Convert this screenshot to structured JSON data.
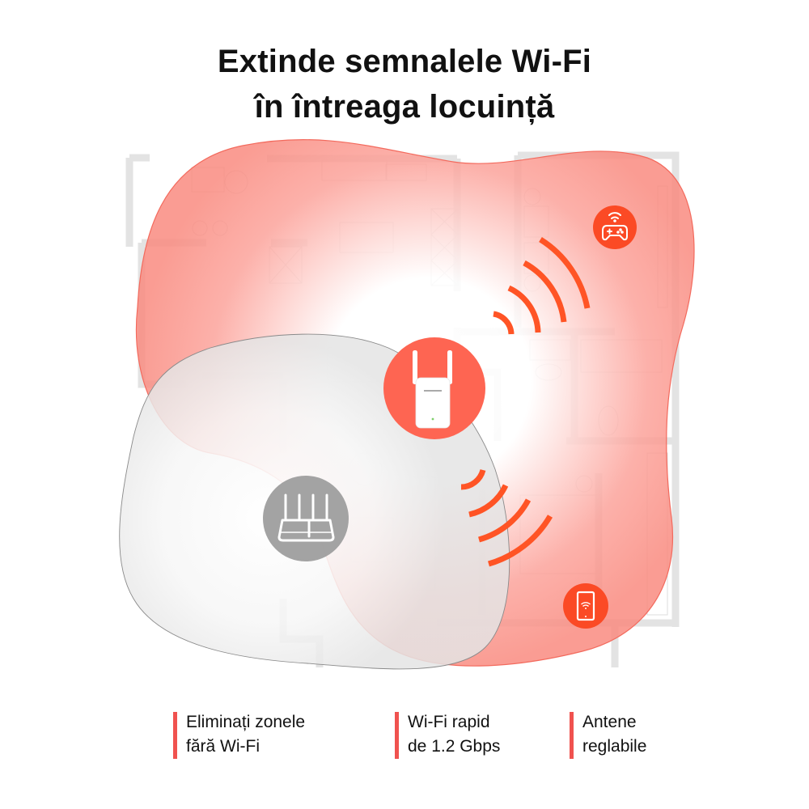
{
  "headline": {
    "line1": "Extinde semnalele Wi-Fi",
    "line2": "în întreaga locuință"
  },
  "illustration": {
    "extender_icon": "wifi-range-extender-icon",
    "router_icon": "wifi-router-icon",
    "device_icons": [
      "gamepad-wifi-icon",
      "tablet-wifi-icon"
    ],
    "colors": {
      "coverage_red": "#f7776a",
      "extender_badge": "#fe6552",
      "signal_arcs": "#ff5425",
      "device_badge": "#fb4a25",
      "router_badge": "#9e9e9e",
      "router_zone": "#e8e8e8",
      "floorplan_walls": "#e0e0e0"
    }
  },
  "features": [
    {
      "line1": "Eliminați zonele",
      "line2": "fără Wi-Fi"
    },
    {
      "line1": "Wi-Fi rapid",
      "line2": "de 1.2 Gbps"
    },
    {
      "line1": "Antene",
      "line2": "reglabile"
    }
  ],
  "accent_color": "#f0524f"
}
